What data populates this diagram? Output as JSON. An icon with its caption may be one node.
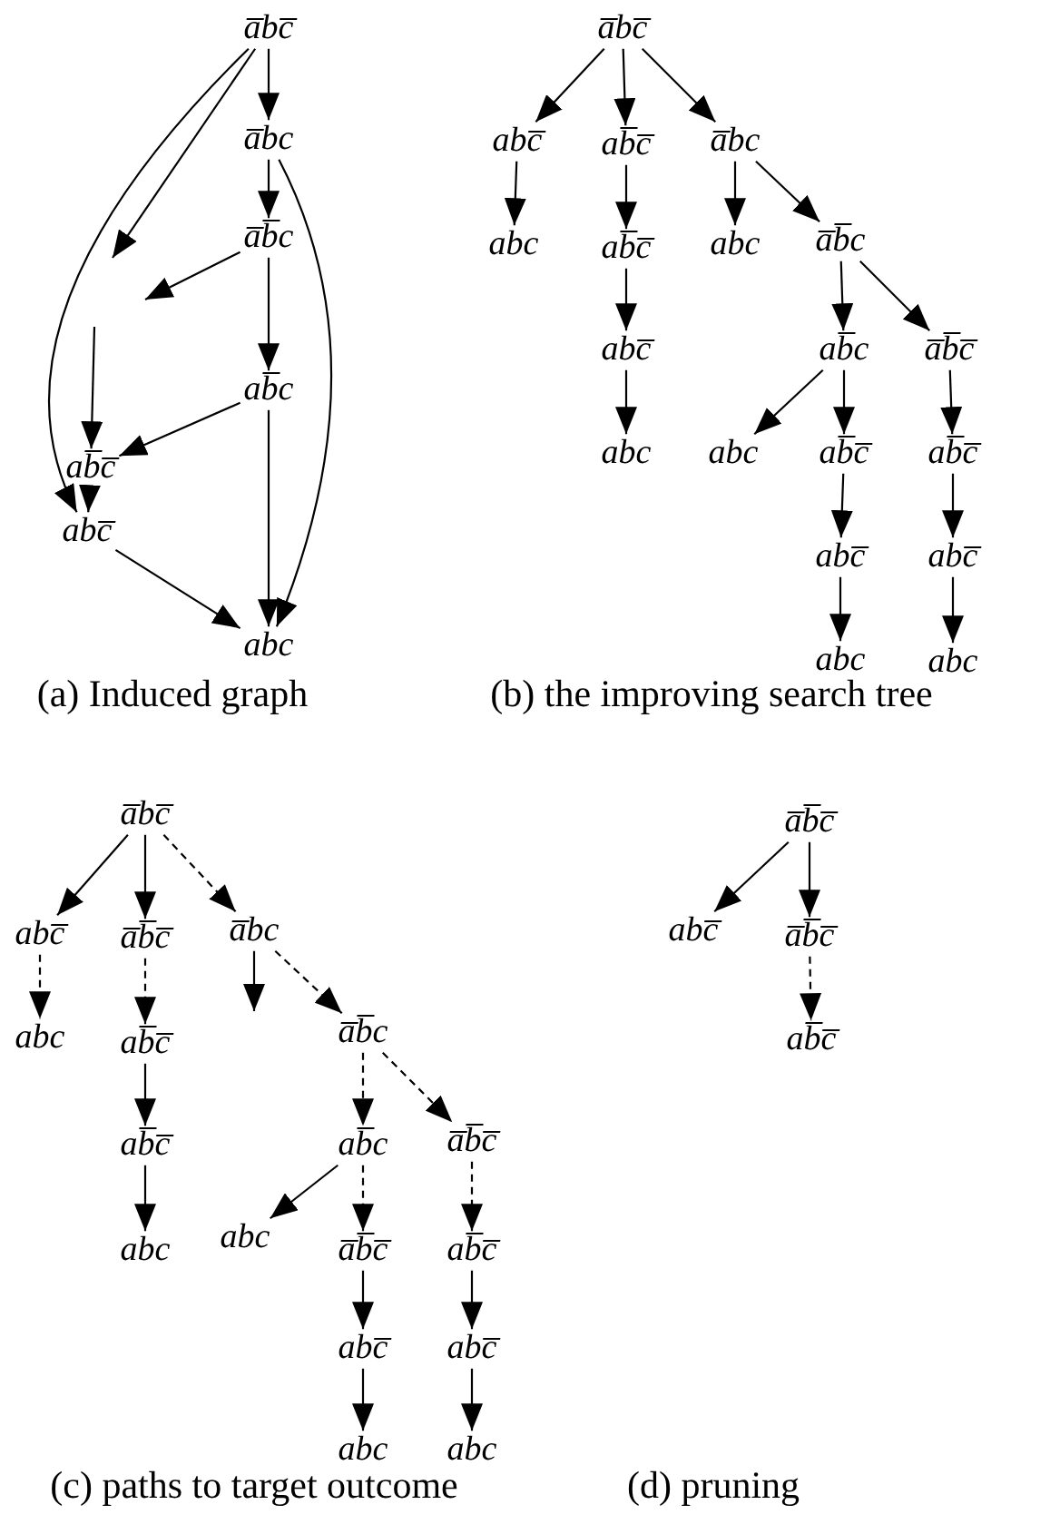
{
  "diagram": {
    "nodes": [
      {
        "text": [
          "a̅bc̅"
        ]
      },
      {
        "text": [
          "a̅bc"
        ]
      },
      {
        "text": [
          "a̅b̅c"
        ]
      },
      {
        "text": [
          "ab̅c"
        ]
      },
      {
        "text": [
          "ab̅c̅"
        ]
      },
      {
        "text": [
          "abc̅"
        ]
      },
      {
        "text": [
          "abc"
        ]
      },
      {
        "text": [
          "a̅bc̅"
        ]
      },
      {
        "text": [
          "abc̅"
        ]
      },
      {
        "text": [
          "ab̅c̅"
        ]
      },
      {
        "text": [
          "a̅bc"
        ]
      },
      {
        "text": [
          "abc"
        ]
      },
      {
        "text": [
          "ab̅c̅"
        ]
      },
      {
        "text": [
          "abc"
        ]
      },
      {
        "text": [
          "a̅b̅c"
        ]
      },
      {
        "text": [
          "abc̅"
        ]
      },
      {
        "text": [
          "ab̅c"
        ]
      },
      {
        "text": [
          "a̅b̅c̅"
        ]
      },
      {
        "text": [
          "abc"
        ]
      },
      {
        "text": [
          "abc"
        ]
      },
      {
        "text": [
          "ab̅c̅"
        ]
      },
      {
        "text": [
          "ab̅c̅"
        ]
      },
      {
        "text": [
          "abc̅"
        ]
      },
      {
        "text": [
          "abc̅"
        ]
      },
      {
        "text": [
          "abc"
        ]
      },
      {
        "text": [
          "abc"
        ]
      },
      {
        "text": [
          "a̅bc̅"
        ]
      },
      {
        "text": [
          "abc̅"
        ]
      },
      {
        "text": [
          "a̅b̅c̅"
        ]
      },
      {
        "text": [
          "a̅bc"
        ]
      },
      {
        "text": [
          "abc"
        ]
      },
      {
        "text": [
          "ab̅c̅"
        ]
      },
      {
        "text": [
          "a̅b̅c"
        ]
      },
      {
        "text": [
          "ab̅c̅"
        ]
      },
      {
        "text": [
          "ab̅c"
        ]
      },
      {
        "text": [
          "a̅b̅c̅"
        ]
      },
      {
        "text": [
          "abc"
        ]
      },
      {
        "text": [
          "abc"
        ]
      },
      {
        "text": [
          "a̅b̅c̅"
        ]
      },
      {
        "text": [
          "ab̅c̅"
        ]
      },
      {
        "text": [
          "abc̅"
        ]
      },
      {
        "text": [
          "abc̅"
        ]
      },
      {
        "text": [
          "abc"
        ]
      },
      {
        "text": [
          "abc"
        ]
      },
      {
        "text": [
          "a̅b̅c̅"
        ]
      },
      {
        "text": [
          "abc̅"
        ]
      },
      {
        "text": [
          "a̅b̅c̅"
        ]
      },
      {
        "text": [
          "ab̅c̅"
        ]
      }
    ],
    "edges": [
      {
        "from": 0,
        "to": 1,
        "arrow": "to"
      },
      {
        "from": 1,
        "to": 2,
        "arrow": "to"
      },
      {
        "from": 2,
        "to": 3,
        "arrow": "to"
      },
      {
        "from": 3,
        "to": 6,
        "arrow": "to"
      },
      {
        "from": 1,
        "to": 6,
        "arrow": "to"
      },
      {
        "from": 0,
        "to": null,
        "arrow": "to"
      },
      {
        "from": 0,
        "to": 5,
        "arrow": "to"
      },
      {
        "from": 2,
        "to": null,
        "arrow": "to"
      },
      {
        "from": null,
        "to": 4,
        "arrow": "to"
      },
      {
        "from": 3,
        "to": 4,
        "arrow": "to"
      },
      {
        "from": 4,
        "to": 5,
        "arrow": "to"
      },
      {
        "from": 5,
        "to": 6,
        "arrow": "to"
      },
      {
        "from": 7,
        "to": 8,
        "arrow": "to"
      },
      {
        "from": 7,
        "to": 9,
        "arrow": "to"
      },
      {
        "from": 7,
        "to": 10,
        "arrow": "to"
      },
      {
        "from": 8,
        "to": 11,
        "arrow": "to"
      },
      {
        "from": 9,
        "to": 12,
        "arrow": "to"
      },
      {
        "from": 12,
        "to": 15,
        "arrow": "to"
      },
      {
        "from": 15,
        "to": 18,
        "arrow": "to"
      },
      {
        "from": 10,
        "to": 13,
        "arrow": "to"
      },
      {
        "from": 10,
        "to": 14,
        "arrow": "to"
      },
      {
        "from": 14,
        "to": 16,
        "arrow": "to"
      },
      {
        "from": 14,
        "to": 17,
        "arrow": "to"
      },
      {
        "from": 16,
        "to": 19,
        "arrow": "to"
      },
      {
        "from": 16,
        "to": 20,
        "arrow": "to"
      },
      {
        "from": 20,
        "to": 22,
        "arrow": "to"
      },
      {
        "from": 22,
        "to": 24,
        "arrow": "to"
      },
      {
        "from": 17,
        "to": 21,
        "arrow": "to"
      },
      {
        "from": 21,
        "to": 23,
        "arrow": "to"
      },
      {
        "from": 23,
        "to": 25,
        "arrow": "to"
      },
      {
        "from": 26,
        "to": 27,
        "arrow": "to"
      },
      {
        "from": 26,
        "to": 28,
        "arrow": "to"
      },
      {
        "from": 26,
        "to": 29,
        "arrow": "to",
        "style": "dashed"
      },
      {
        "from": 27,
        "to": 30,
        "arrow": "to",
        "style": "dashed"
      },
      {
        "from": 28,
        "to": 31,
        "arrow": "to",
        "style": "dashed"
      },
      {
        "from": 31,
        "to": 33,
        "arrow": "to"
      },
      {
        "from": 33,
        "to": 36,
        "arrow": "to"
      },
      {
        "from": 29,
        "to": null,
        "arrow": "to"
      },
      {
        "from": 29,
        "to": 32,
        "arrow": "to",
        "style": "dashed"
      },
      {
        "from": 32,
        "to": 34,
        "arrow": "to",
        "style": "dashed"
      },
      {
        "from": 32,
        "to": 35,
        "arrow": "to",
        "style": "dashed"
      },
      {
        "from": 34,
        "to": 37,
        "arrow": "to"
      },
      {
        "from": 34,
        "to": 38,
        "arrow": "to",
        "style": "dashed"
      },
      {
        "from": 38,
        "to": 40,
        "arrow": "to"
      },
      {
        "from": 40,
        "to": 42,
        "arrow": "to"
      },
      {
        "from": 35,
        "to": 39,
        "arrow": "to",
        "style": "dashed"
      },
      {
        "from": 39,
        "to": 41,
        "arrow": "to"
      },
      {
        "from": 41,
        "to": 43,
        "arrow": "to"
      },
      {
        "from": 44,
        "to": 45,
        "arrow": "to"
      },
      {
        "from": 44,
        "to": 46,
        "arrow": "to"
      },
      {
        "from": 46,
        "to": 47,
        "arrow": "to",
        "style": "dashed"
      }
    ],
    "labels": [
      "(a) Induced graph",
      "(b) the improving search tree",
      "(c) paths to target outcome",
      "(d) pruning"
    ]
  }
}
